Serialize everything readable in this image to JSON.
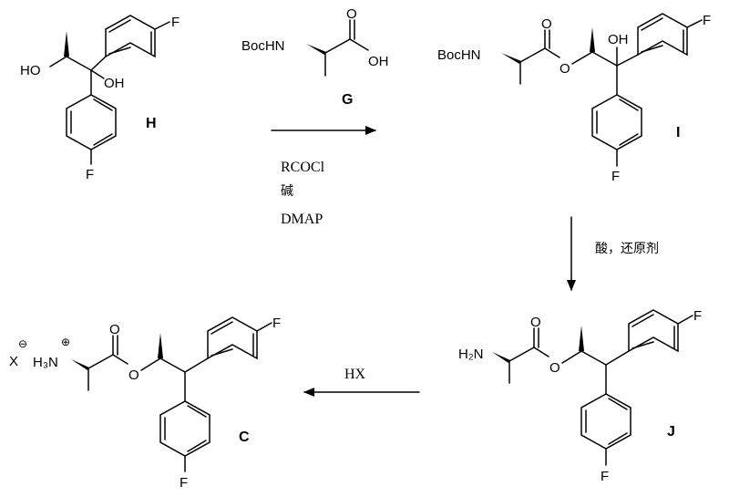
{
  "compounds": {
    "H": {
      "label": "H",
      "oh1": "HO",
      "oh2": "OH",
      "f_top": "F",
      "f_bottom": "F"
    },
    "G": {
      "label": "G",
      "boc": "BocHN",
      "acid_o": "O",
      "acid_oh": "OH"
    },
    "I": {
      "label": "I",
      "boc": "BocHN",
      "carbonyl_o": "O",
      "ester_o": "O",
      "oh": "OH",
      "f_top": "F",
      "f_bottom": "F"
    },
    "J": {
      "label": "J",
      "amine": "H₂N",
      "carbonyl_o": "O",
      "ester_o": "O",
      "f_top": "F",
      "f_bottom": "F"
    },
    "C": {
      "label": "C",
      "anion": "X",
      "anion_charge": "⊖",
      "ammonium": "H₃N",
      "ammonium_charge": "⊕",
      "carbonyl_o": "O",
      "ester_o": "O",
      "f_top": "F",
      "f_bottom": "F"
    }
  },
  "reactions": {
    "step1": {
      "reagents": [
        "RCOCl",
        "碱",
        "DMAP"
      ]
    },
    "step2": {
      "reagents": [
        "酸，还原剂"
      ]
    },
    "step3": {
      "reagents": [
        "HX"
      ]
    }
  },
  "colors": {
    "ink": "#000000",
    "background": "#ffffff"
  }
}
